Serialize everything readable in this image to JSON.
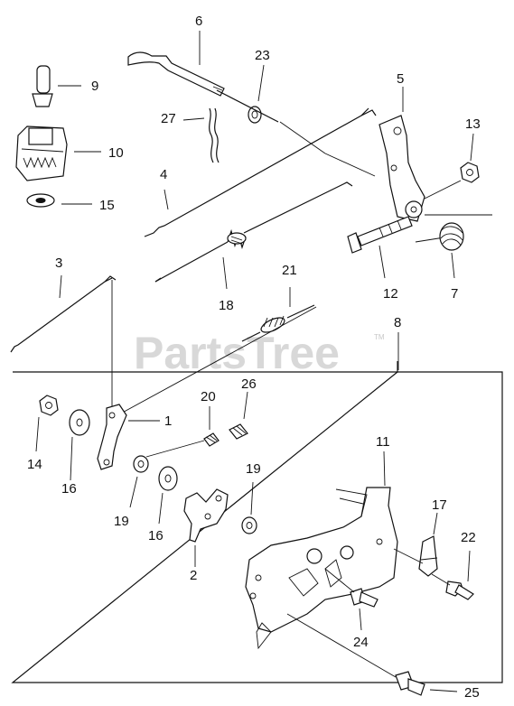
{
  "watermark": {
    "text": "PartsTree",
    "tm": "TM"
  },
  "callouts": {
    "c1": "1",
    "c2": "2",
    "c3": "3",
    "c4": "4",
    "c5": "5",
    "c6": "6",
    "c7": "7",
    "c8": "8",
    "c9": "9",
    "c10": "10",
    "c11": "11",
    "c12": "12",
    "c13": "13",
    "c14": "14",
    "c15": "15",
    "c16a": "16",
    "c16b": "16",
    "c17": "17",
    "c18": "18",
    "c19a": "19",
    "c19b": "19",
    "c20": "20",
    "c21": "21",
    "c22": "22",
    "c23": "23",
    "c24": "24",
    "c25": "25",
    "c26": "26",
    "c27": "27"
  }
}
